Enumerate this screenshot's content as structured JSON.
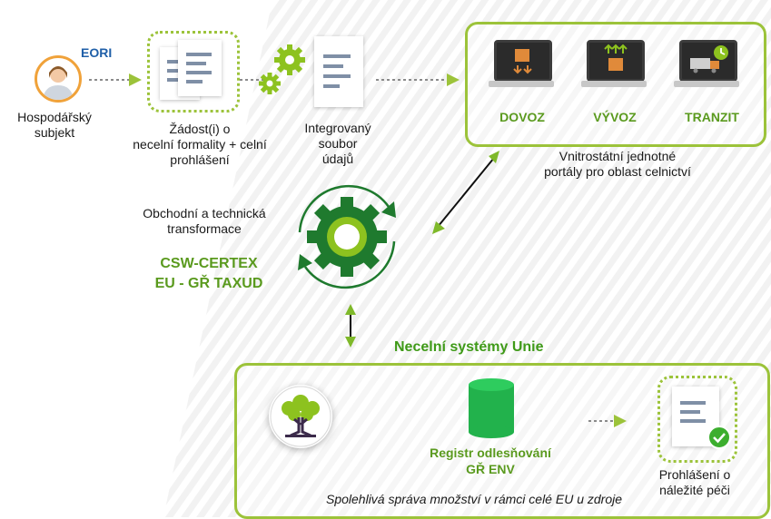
{
  "actor": {
    "tag": "EORI",
    "label_line1": "Hospodářský",
    "label_line2": "subjekt"
  },
  "request": {
    "line1": "Žádost(i) o",
    "line2": "necelní formality + celní",
    "line3": "prohlášení"
  },
  "dataset": {
    "line1": "Integrovaný",
    "line2": "soubor",
    "line3": "údajů"
  },
  "portals": {
    "items": [
      {
        "label": "DOVOZ"
      },
      {
        "label": "VÝVOZ"
      },
      {
        "label": "TRANZIT"
      }
    ],
    "caption_line1": "Vnitrostátní jednotné",
    "caption_line2": "portály pro oblast celnictví"
  },
  "hub": {
    "desc_line1": "Obchodní a technická",
    "desc_line2": "transformace",
    "name_line1": "CSW-CERTEX",
    "name_line2": "EU - GŘ TAXUD"
  },
  "union": {
    "heading": "Necelní systémy Unie",
    "registry_line1": "Registr odlesňování",
    "registry_line2": "GŘ ENV",
    "declaration_line1": "Prohlášení o",
    "declaration_line2": "náležité péči",
    "footer": "Spolehlivá správa množství v rámci celé EU u zdroje"
  },
  "colors": {
    "accent": "#9cc33a",
    "dark_green": "#1f7a2e",
    "label_green": "#5a9a1e",
    "eori_blue": "#1f5fa8"
  }
}
